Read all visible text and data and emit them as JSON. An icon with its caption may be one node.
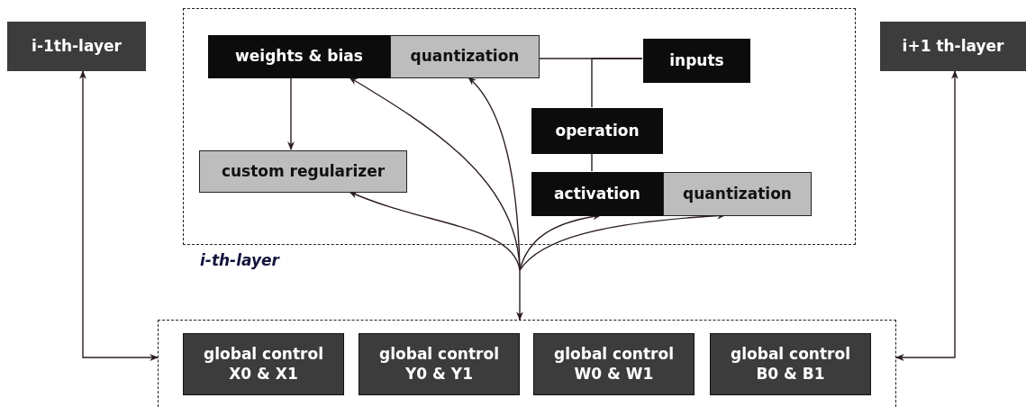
{
  "diagram": {
    "nodes": [
      {
        "text": [
          "i-1th-layer"
        ]
      },
      {
        "text": [
          "i-th-layer"
        ]
      },
      {
        "text": [
          "weights & bias"
        ],
        "in": 1
      },
      {
        "text": [
          "quantization"
        ],
        "in": 1
      },
      {
        "text": [
          "inputs"
        ],
        "in": 1
      },
      {
        "text": [
          "operation"
        ],
        "in": 1
      },
      {
        "text": [
          "custom regularizer"
        ],
        "in": 1
      },
      {
        "text": [
          "activation"
        ],
        "in": 1
      },
      {
        "text": [
          "quantization"
        ],
        "in": 1
      },
      {
        "text": [],
        "shape": "box"
      },
      {
        "text": [
          "global control X0 & X1"
        ],
        "in": 9
      },
      {
        "text": [
          "global control Y0 & Y1"
        ],
        "in": 9
      },
      {
        "text": [
          "global control W0 & W1"
        ],
        "in": 9
      },
      {
        "text": [
          "global control B0 & B1"
        ],
        "in": 9
      },
      {
        "text": [
          "i+1 th-layer"
        ]
      }
    ],
    "edges": [
      {
        "from": 9,
        "to": 0,
        "arrow": "both"
      },
      {
        "from": 9,
        "to": 14,
        "arrow": "both"
      },
      {
        "from": 2,
        "to": 6,
        "arrow": "to"
      },
      {
        "from": 4,
        "to": 3,
        "arrow": "none"
      },
      {
        "from": 4,
        "to": 5,
        "arrow": "none"
      },
      {
        "from": 5,
        "to": 7,
        "arrow": "none"
      },
      {
        "from": null,
        "to": 2,
        "arrow": "to"
      },
      {
        "from": null,
        "to": 3,
        "arrow": "to"
      },
      {
        "from": null,
        "to": 6,
        "arrow": "to"
      },
      {
        "from": null,
        "to": 7,
        "arrow": "to"
      },
      {
        "from": null,
        "to": 8,
        "arrow": "to"
      },
      {
        "from": null,
        "to": 9,
        "arrow": "to"
      }
    ]
  }
}
